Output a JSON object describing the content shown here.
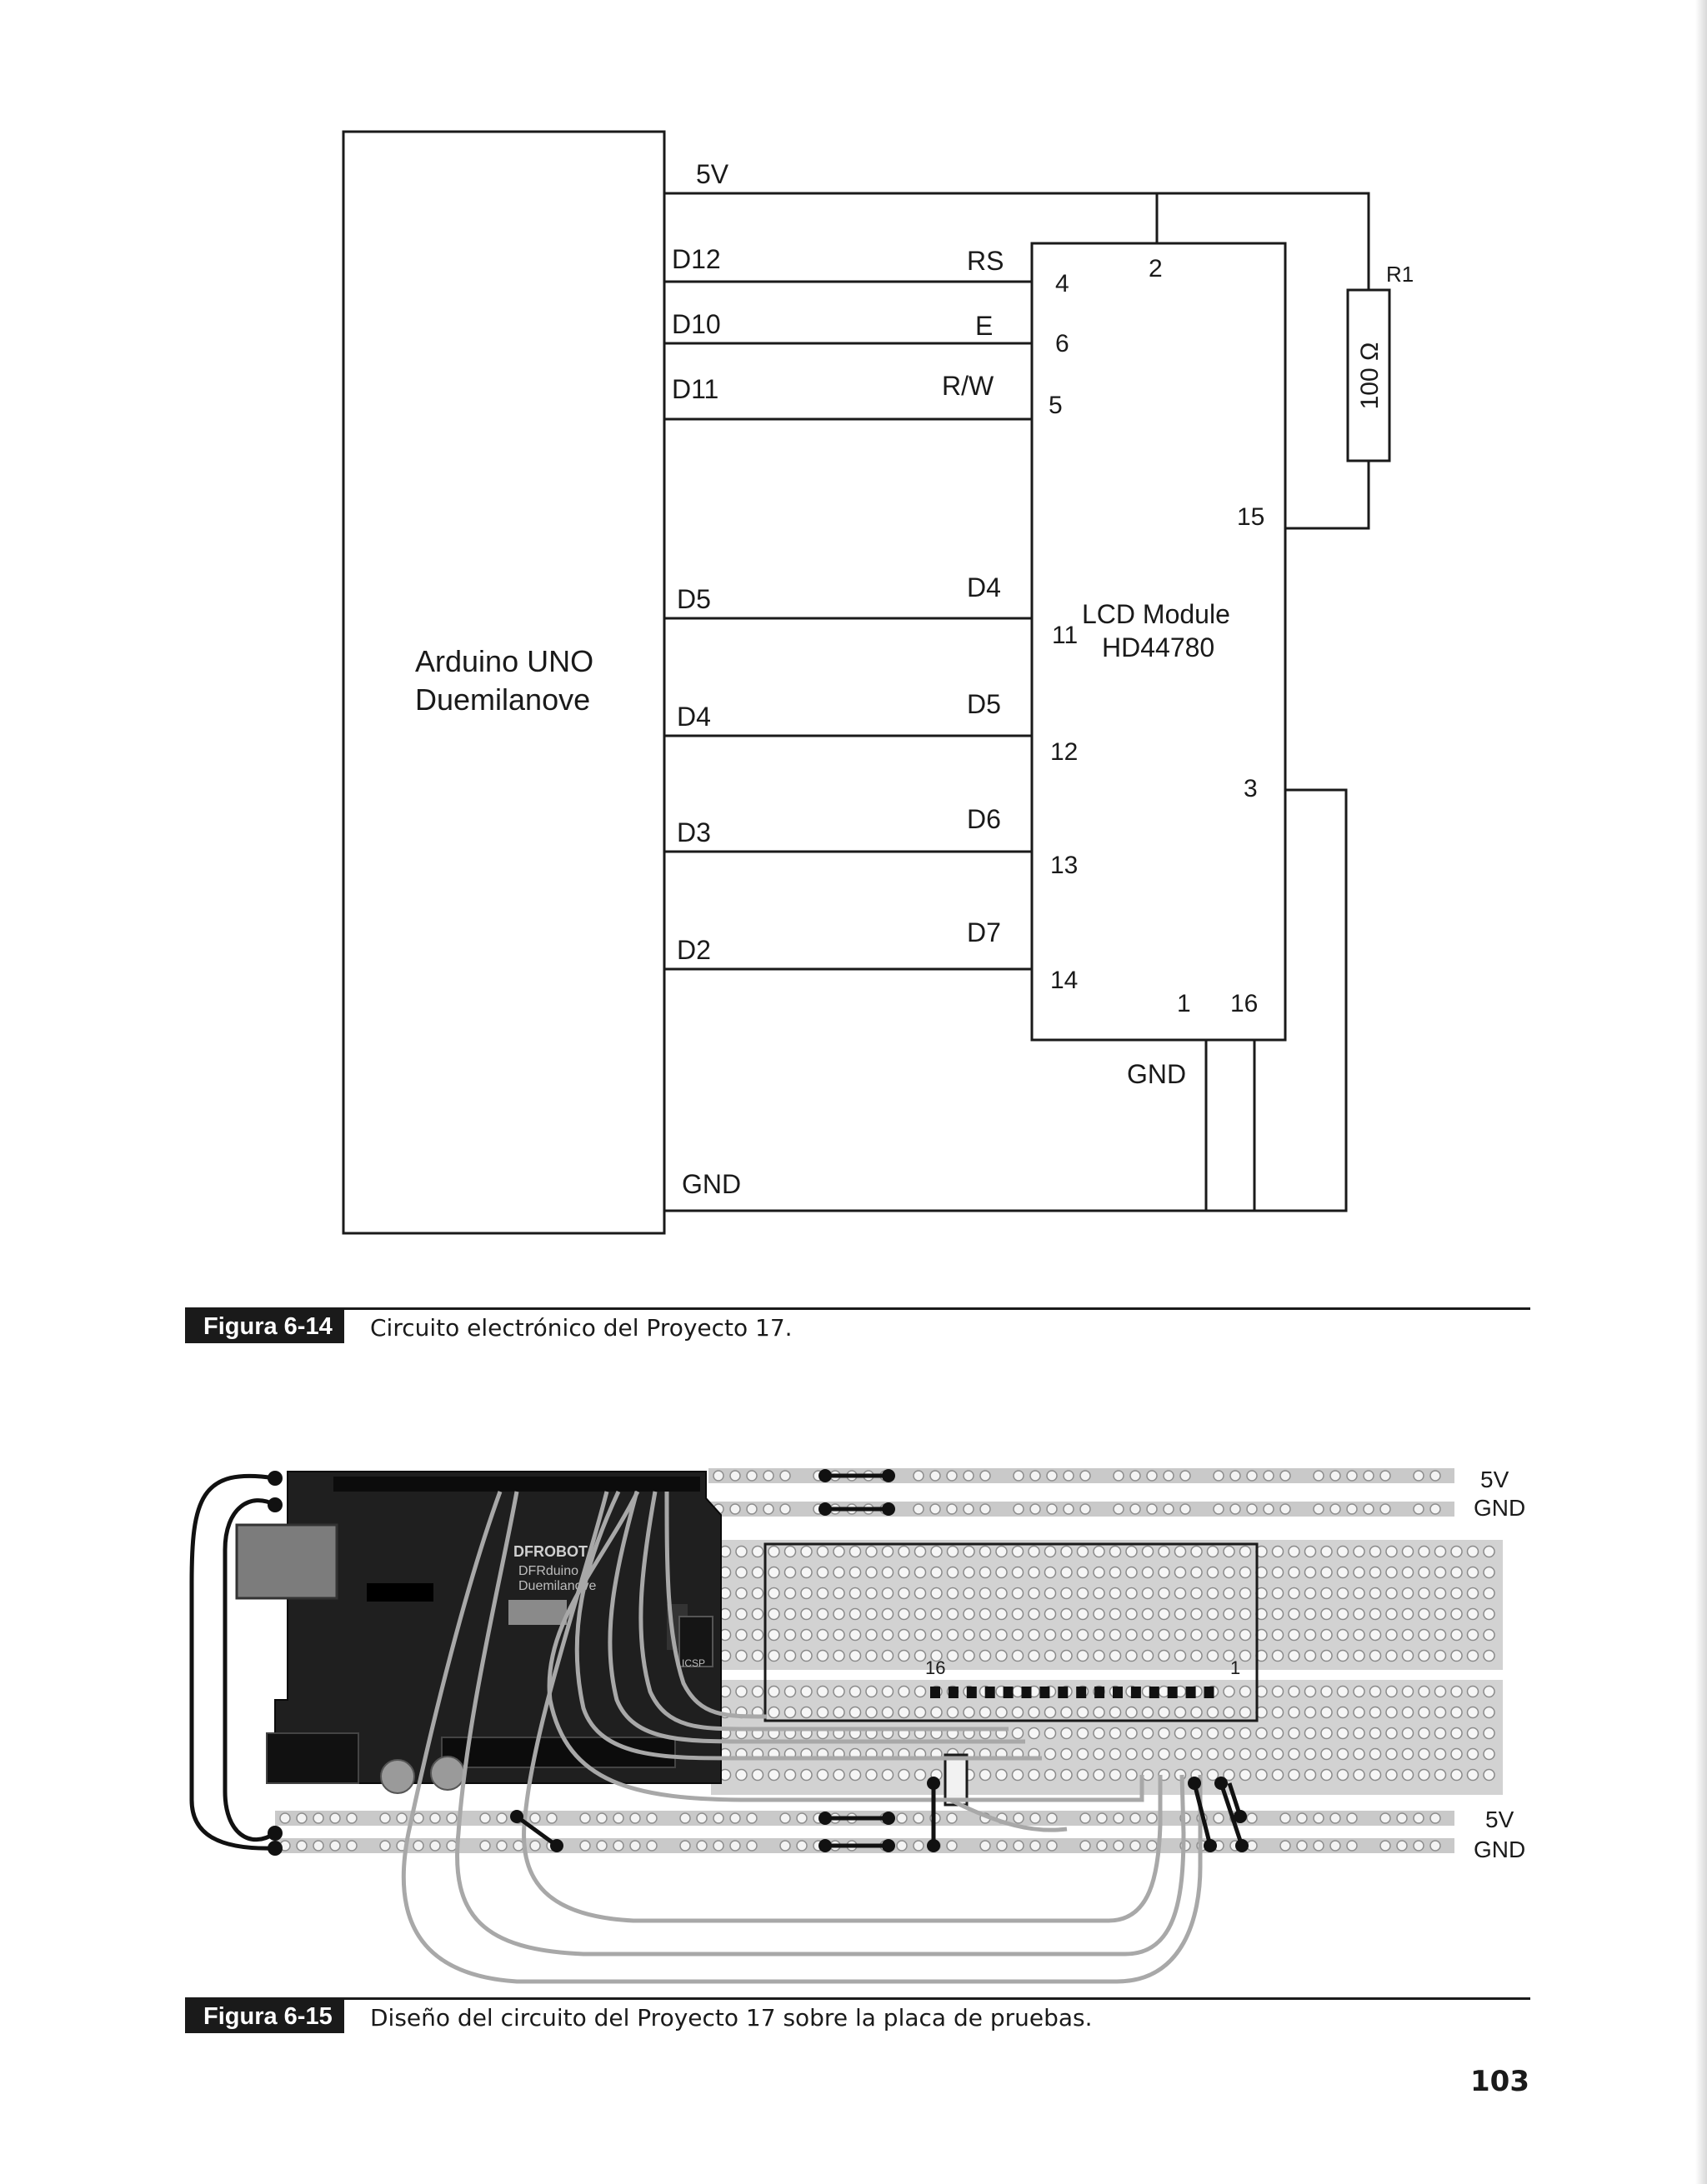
{
  "figure_6_14": {
    "caption_tag": "Figura 6-14",
    "caption_text": "Circuito electrónico del Proyecto 17.",
    "arduino": {
      "line1": "Arduino UNO",
      "line2": "Duemilanove"
    },
    "arduino_pins": [
      "5V",
      "D12",
      "D10",
      "D11",
      "D5",
      "D4",
      "D3",
      "D2",
      "GND"
    ],
    "lcd": {
      "line1": "LCD Module",
      "line2": "HD44780"
    },
    "lcd_signals": [
      "RS",
      "E",
      "R/W",
      "D4",
      "D5",
      "D6",
      "D7"
    ],
    "lcd_pins": [
      "4",
      "6",
      "5",
      "11",
      "12",
      "13",
      "14",
      "2",
      "15",
      "3",
      "1",
      "16"
    ],
    "lcd_gnd": "GND",
    "resistor": {
      "name": "R1",
      "value": "100 Ω"
    }
  },
  "figure_6_15": {
    "caption_tag": "Figura 6-15",
    "caption_text": "Diseño del circuito del Proyecto 17 sobre la placa de pruebas.",
    "rail_labels": [
      "5V",
      "GND",
      "5V",
      "GND"
    ],
    "lcd_pin_labels": [
      "16",
      "1"
    ],
    "board_text": [
      "DFROBOT",
      "DFRduino",
      "Duemilanove",
      "ICSP"
    ]
  },
  "page_number": "103"
}
